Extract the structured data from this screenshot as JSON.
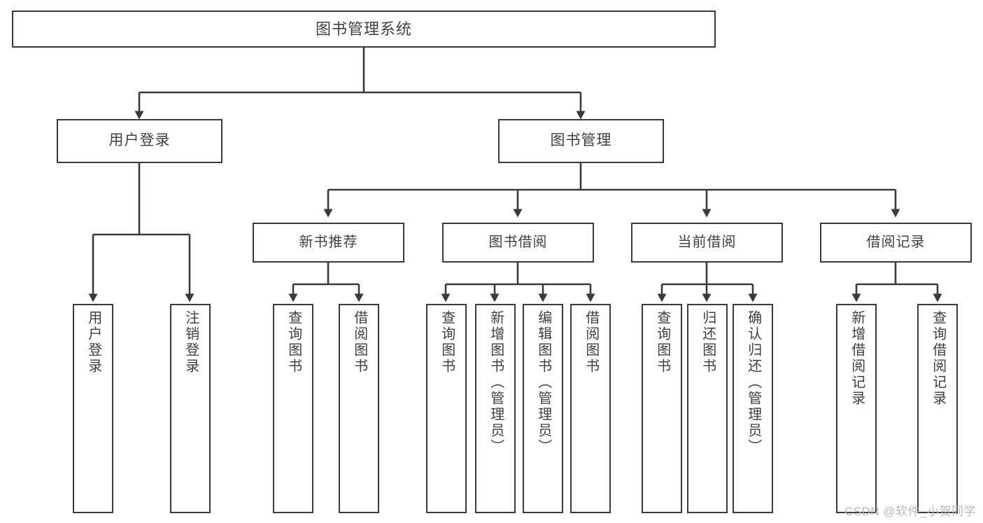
{
  "diagram": {
    "title": "图书管理系统",
    "type": "功能结构图",
    "watermark": "CSDN @软件_小贺同学",
    "style": {
      "background": "#ffffff",
      "box_border": "#3a3a3a",
      "box_fill": "#ffffff",
      "connector": "#3a3a3a",
      "text": "#404040",
      "watermark_color": "#b8b8b8"
    }
  },
  "nodes": {
    "root": {
      "label": "图书管理系统"
    },
    "level1": [
      {
        "id": "user-login",
        "label": "用户登录"
      },
      {
        "id": "book-manage",
        "label": "图书管理"
      }
    ],
    "level2": [
      {
        "id": "new-book-recommend",
        "label": "新书推荐"
      },
      {
        "id": "book-borrow",
        "label": "图书借阅"
      },
      {
        "id": "current-borrow",
        "label": "当前借阅"
      },
      {
        "id": "borrow-record",
        "label": "借阅记录"
      }
    ],
    "leaves": {
      "user-login": [
        {
          "id": "leaf-user-login",
          "label": "用户登录"
        },
        {
          "id": "leaf-logout",
          "label": "注销登录"
        }
      ],
      "new-book-recommend": [
        {
          "id": "leaf-query-book-1",
          "label": "查询图书"
        },
        {
          "id": "leaf-borrow-book-1",
          "label": "借阅图书"
        }
      ],
      "book-borrow": [
        {
          "id": "leaf-query-book-2",
          "label": "查询图书"
        },
        {
          "id": "leaf-add-book",
          "label": "新增图书（管理员）"
        },
        {
          "id": "leaf-edit-book",
          "label": "编辑图书（管理员）"
        },
        {
          "id": "leaf-borrow-book-2",
          "label": "借阅图书"
        }
      ],
      "current-borrow": [
        {
          "id": "leaf-query-book-3",
          "label": "查询图书"
        },
        {
          "id": "leaf-return-book",
          "label": "归还图书"
        },
        {
          "id": "leaf-confirm-return",
          "label": "确认归还（管理员）"
        }
      ],
      "borrow-record": [
        {
          "id": "leaf-add-record",
          "label": "新增借阅记录"
        },
        {
          "id": "leaf-query-record",
          "label": "查询借阅记录"
        }
      ]
    }
  }
}
